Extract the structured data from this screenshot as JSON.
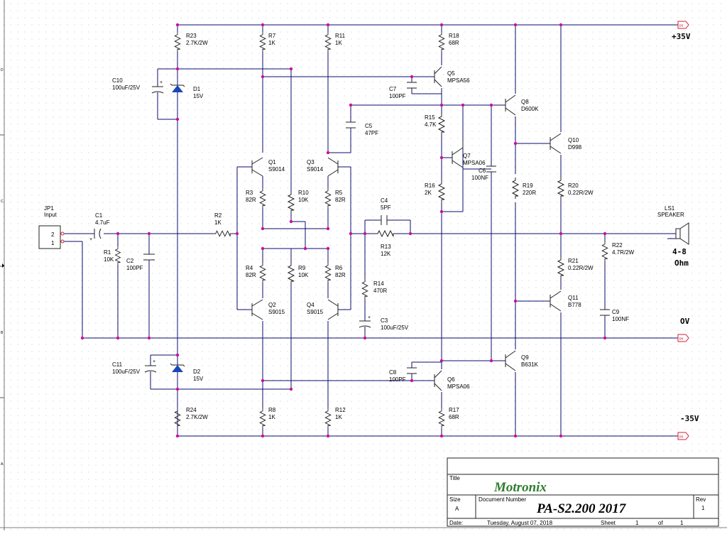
{
  "supplies": {
    "pos": "+35V",
    "neg": "-35V",
    "gnd": "OV",
    "port": "IH"
  },
  "input": {
    "ref": "JP1",
    "name": "Input",
    "pin2": "2",
    "pin1": "1"
  },
  "speaker": {
    "ref": "LS1",
    "name": "SPEAKER",
    "imp": "4-8",
    "unit": "Ohm"
  },
  "parts": {
    "R23": {
      "ref": "R23",
      "val": "2.7K/2W"
    },
    "R24": {
      "ref": "R24",
      "val": "2.7K/2W"
    },
    "C10": {
      "ref": "C10",
      "val": "100uF/25V"
    },
    "C11": {
      "ref": "C11",
      "val": "100uF/25V"
    },
    "D1": {
      "ref": "D1",
      "val": "15V"
    },
    "D2": {
      "ref": "D2",
      "val": "15V"
    },
    "R7": {
      "ref": "R7",
      "val": "1K"
    },
    "R8": {
      "ref": "R8",
      "val": "1K"
    },
    "R11": {
      "ref": "R11",
      "val": "1K"
    },
    "R12": {
      "ref": "R12",
      "val": "1K"
    },
    "R18": {
      "ref": "R18",
      "val": "68R"
    },
    "R17": {
      "ref": "R17",
      "val": "68R"
    },
    "Q5": {
      "ref": "Q5",
      "val": "MPSA56"
    },
    "Q6": {
      "ref": "Q6",
      "val": "MPSA06"
    },
    "C7": {
      "ref": "C7",
      "val": "100PF"
    },
    "C8": {
      "ref": "C8",
      "val": "100PF"
    },
    "Q8": {
      "ref": "Q8",
      "val": "D600K"
    },
    "Q9": {
      "ref": "Q9",
      "val": "B631K"
    },
    "R15": {
      "ref": "R15",
      "val": "4.7K"
    },
    "R16": {
      "ref": "R16",
      "val": "2K"
    },
    "Q7": {
      "ref": "Q7",
      "val": "MPSA06"
    },
    "C6": {
      "ref": "C6",
      "val": "100NF"
    },
    "C5": {
      "ref": "C5",
      "val": "47PF"
    },
    "Q1": {
      "ref": "Q1",
      "val": "S9014"
    },
    "Q3": {
      "ref": "Q3",
      "val": "S9014"
    },
    "Q2": {
      "ref": "Q2",
      "val": "S9015"
    },
    "Q4": {
      "ref": "Q4",
      "val": "S9015"
    },
    "R3": {
      "ref": "R3",
      "val": "82R"
    },
    "R4": {
      "ref": "R4",
      "val": "82R"
    },
    "R5": {
      "ref": "R5",
      "val": "82R"
    },
    "R6": {
      "ref": "R6",
      "val": "82R"
    },
    "R10": {
      "ref": "R10",
      "val": "10K"
    },
    "R9": {
      "ref": "R9",
      "val": "10K"
    },
    "R2": {
      "ref": "R2",
      "val": "1K"
    },
    "C1": {
      "ref": "C1",
      "val": "4.7uF"
    },
    "R1": {
      "ref": "R1",
      "val": "10K"
    },
    "C2": {
      "ref": "C2",
      "val": "100PF"
    },
    "C4": {
      "ref": "C4",
      "val": "5PF"
    },
    "R13": {
      "ref": "R13",
      "val": "12K"
    },
    "R14": {
      "ref": "R14",
      "val": "470R"
    },
    "C3": {
      "ref": "C3",
      "val": "100uF/25V"
    },
    "R19": {
      "ref": "R19",
      "val": "220R"
    },
    "Q10": {
      "ref": "Q10",
      "val": "D998"
    },
    "Q11": {
      "ref": "Q11",
      "val": "B778"
    },
    "R20": {
      "ref": "R20",
      "val": "0.22R/2W"
    },
    "R21": {
      "ref": "R21",
      "val": "0.22R/2W"
    },
    "R22": {
      "ref": "R22",
      "val": "4.7R/2W"
    },
    "C9": {
      "ref": "C9",
      "val": "100NF"
    }
  },
  "border": {
    "rowD": "D",
    "rowC": "C",
    "rowB": "B",
    "rowA": "A"
  },
  "title_block": {
    "title_label": "Title",
    "title": "Motronix",
    "size_label": "Size",
    "size": "A",
    "docnum_label": "Document Number",
    "docnum": "PA-S2.200 2017",
    "rev_label": "Rev",
    "rev": "1",
    "date_label": "Date:",
    "date": "Tuesday, August 07, 2018",
    "sheet_label": "Sheet",
    "sheet": "1",
    "of_label": "of",
    "of": "1"
  }
}
